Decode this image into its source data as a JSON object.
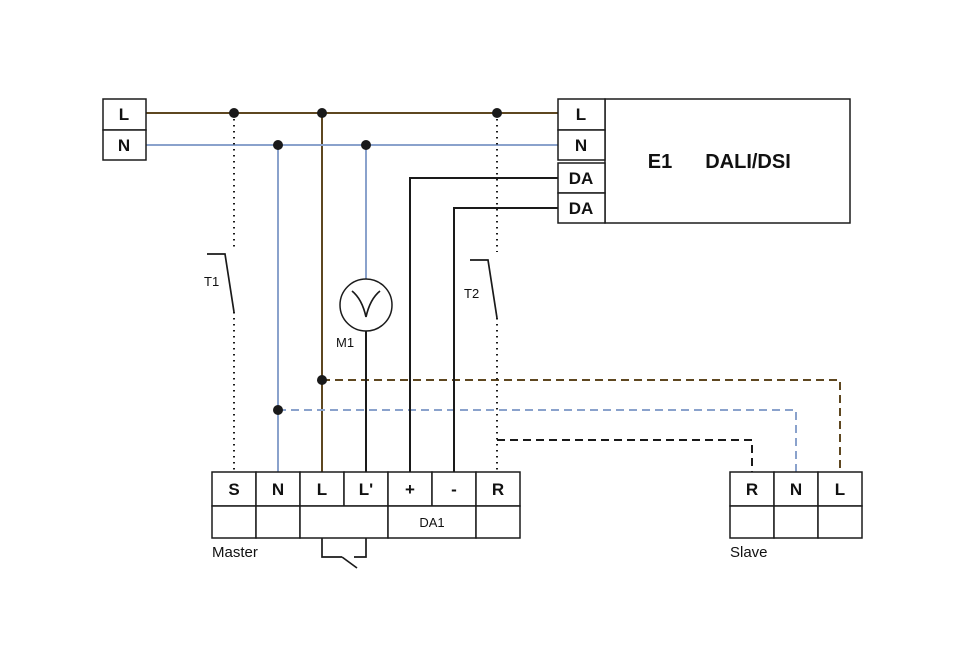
{
  "supply": {
    "terminals": [
      "L",
      "N"
    ]
  },
  "ballast": {
    "id": "E1",
    "bus": "DALI/DSI",
    "terminals": [
      "L",
      "N",
      "DA",
      "DA"
    ]
  },
  "components": {
    "t1": "T1",
    "t2": "T2",
    "m1": "M1"
  },
  "master": {
    "caption": "Master",
    "terminals": [
      "S",
      "N",
      "L",
      "L'",
      "+",
      "-",
      "R"
    ],
    "da_label": "DA1"
  },
  "slave": {
    "caption": "Slave",
    "terminals": [
      "R",
      "N",
      "L"
    ]
  },
  "colors": {
    "live": "#5e4720",
    "neutral": "#8aa2cc",
    "black": "#1a1a1a"
  }
}
